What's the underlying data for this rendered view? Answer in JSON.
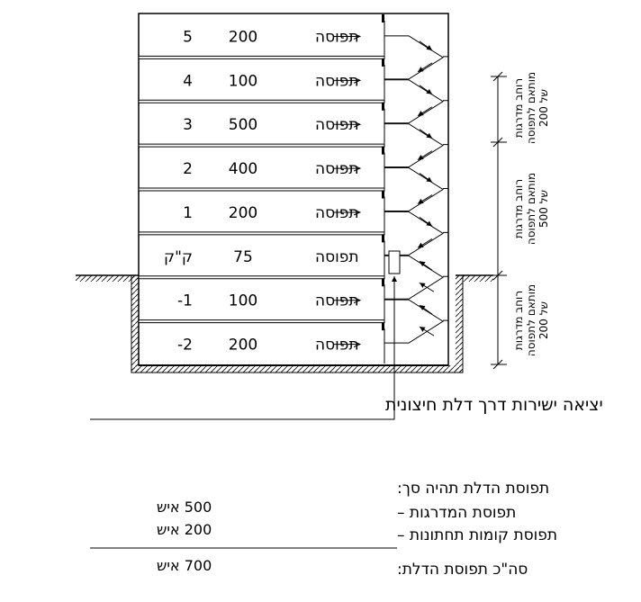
{
  "floors": [
    {
      "level": "5",
      "label": "תפוסה",
      "occupancy": "200",
      "arrow": "right"
    },
    {
      "level": "4",
      "label": "תפוסה",
      "occupancy": "100",
      "arrow": "right"
    },
    {
      "level": "3",
      "label": "תפוסה",
      "occupancy": "500",
      "arrow": "right"
    },
    {
      "level": "2",
      "label": "תפוסה",
      "occupancy": "400",
      "arrow": "right"
    },
    {
      "level": "1",
      "label": "תפוסה",
      "occupancy": "200",
      "arrow": "right"
    },
    {
      "level": "ק\"ק",
      "label": "תפוסה",
      "occupancy": "75",
      "arrow": "none"
    },
    {
      "level": "-1",
      "label": "תפוסה",
      "occupancy": "100",
      "arrow": "right"
    },
    {
      "level": "-2",
      "label": "תפוסה",
      "occupancy": "200",
      "arrow": "right"
    }
  ],
  "stair_zones": [
    {
      "line1": "רוחב מדרגות",
      "line2": "מותאם לתפוסה",
      "line3": "של 200"
    },
    {
      "line1": "רוחב מדרגות",
      "line2": "מותאם לתפוסה",
      "line3": "של 500"
    },
    {
      "line1": "רוחב מדרגות",
      "line2": "מותאם לתפוסה",
      "line3": "של 200"
    }
  ],
  "exit_callout": "יציאה ישירות דרך דלת חיצונית",
  "summary": {
    "heading": "תפוסת הדלת תהיה סך:",
    "rows": [
      {
        "label": "תפוסת המדרגות –",
        "value": "500 איש"
      },
      {
        "label": "תפוסת קומות תחתונות –",
        "value": "200 איש"
      }
    ],
    "total": {
      "label": "סה\"כ תפוסת הדלת:",
      "value": "700 איש"
    }
  }
}
